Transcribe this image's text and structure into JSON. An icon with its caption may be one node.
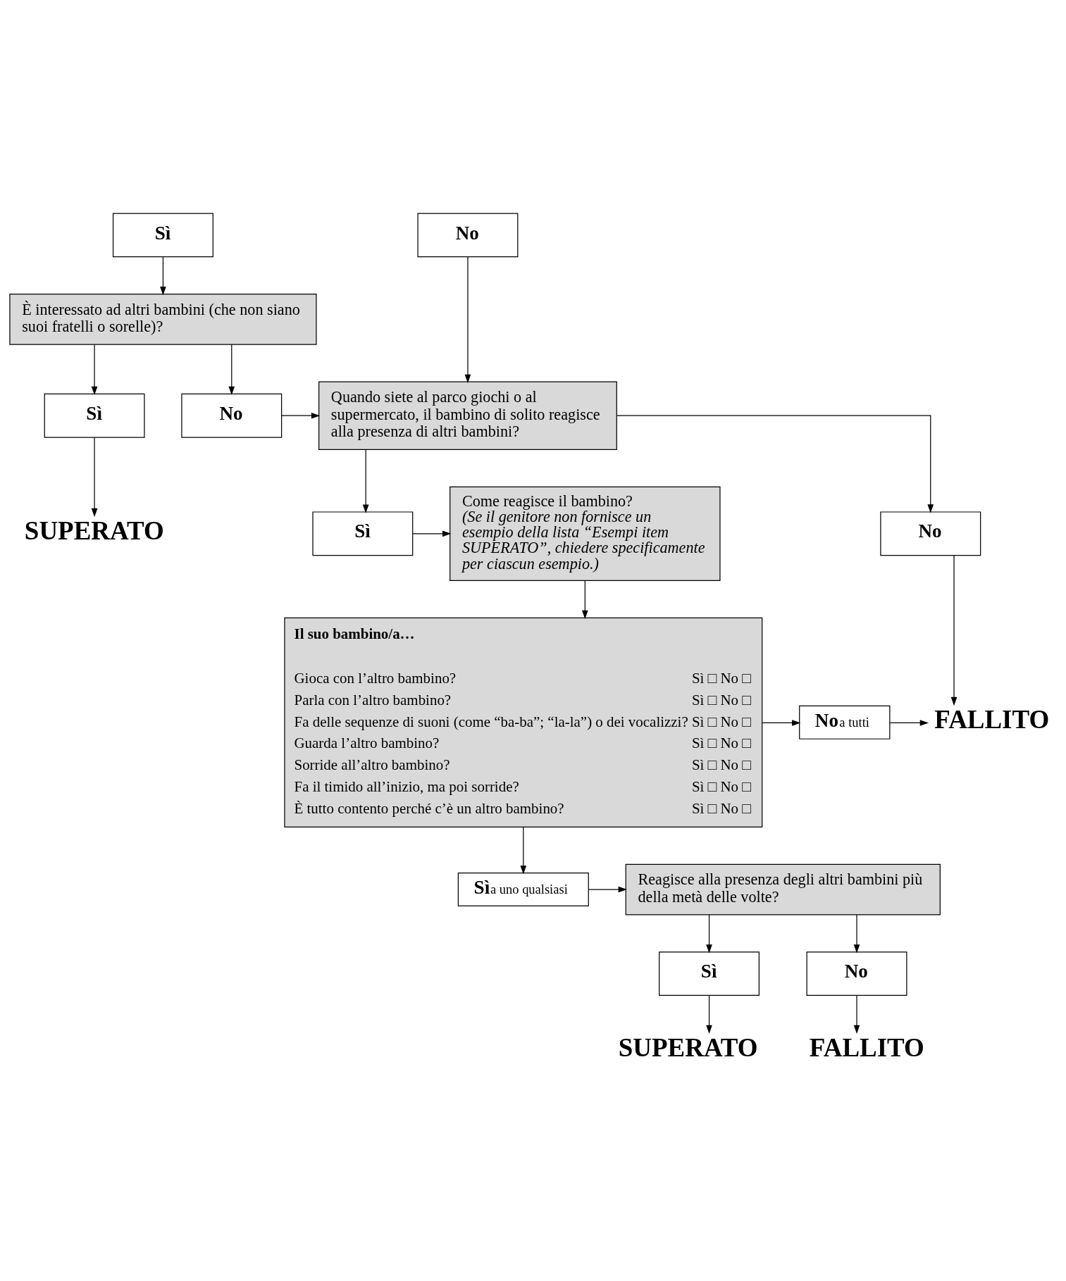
{
  "diagram": {
    "nodes": [
      {
        "text": [
          "Sì"
        ]
      },
      {
        "text": [
          "No"
        ]
      },
      {
        "text": [
          "È interessato ad altri bambini (che non siano suoi fratelli o sorelle)?"
        ]
      },
      {
        "text": [
          "Sì"
        ]
      },
      {
        "text": [
          "No"
        ]
      },
      {
        "text": [
          "SUPERATO"
        ]
      },
      {
        "text": [
          "Quando siete al parco giochi o al supermercato, il bambino di solito reagisce alla presenza di altri bambini?"
        ]
      },
      {
        "text": [
          "Come reagisce il bambino?",
          "(Se il genitore non fornisce un esempio della lista “Esempi item SUPERATO”, chiedere specificamente per ciascun esempio.)"
        ]
      },
      {
        "text": [
          "Sì"
        ]
      },
      {
        "text": [
          "No"
        ]
      },
      {
        "text": [
          "Il suo bambino/a…",
          "Gioca con l’altro bambino?",
          "Sì □ No □",
          "Parla con l’altro bambino?",
          "Sì □ No □",
          "Fa delle sequenze di suoni (come “ba-ba”; “la-la”) o dei vocalizzi?",
          "Sì □ No □",
          "Guarda l’altro bambino?",
          "Sì □ No □",
          "Sorride all’altro bambino?",
          "Sì □ No □",
          "Fa il timido all’inizio, ma poi sorride?",
          "Sì □ No □",
          "È tutto contento perché c’è un altro bambino?",
          "Sì □ No □"
        ]
      },
      {
        "text": [
          "No",
          "a tutti"
        ]
      },
      {
        "text": [
          "FALLITO"
        ]
      },
      {
        "text": [
          "Sì",
          "a uno qualsiasi"
        ]
      },
      {
        "text": [
          "Reagisce alla presenza degli altri bambini più della metà delle volte?"
        ]
      },
      {
        "text": [
          "Sì"
        ]
      },
      {
        "text": [
          "No"
        ]
      },
      {
        "text": [
          "SUPERATO"
        ]
      },
      {
        "text": [
          "FALLITO"
        ]
      }
    ],
    "edges": [
      {
        "from": 0,
        "to": 2,
        "arrow": "to"
      },
      {
        "from": 1,
        "to": 6,
        "arrow": "to"
      },
      {
        "from": 2,
        "to": 3,
        "arrow": "to"
      },
      {
        "from": 2,
        "to": 4,
        "arrow": "to"
      },
      {
        "from": 3,
        "to": 5,
        "arrow": "to"
      },
      {
        "from": 4,
        "to": 6,
        "arrow": "to"
      },
      {
        "from": 6,
        "to": 8,
        "arrow": "to"
      },
      {
        "from": 6,
        "to": 9,
        "arrow": "to"
      },
      {
        "from": 8,
        "to": 7,
        "arrow": "to"
      },
      {
        "from": 9,
        "to": 12,
        "arrow": "to"
      },
      {
        "from": 7,
        "to": 10,
        "arrow": "to"
      },
      {
        "from": 10,
        "to": 11,
        "arrow": "to"
      },
      {
        "from": 11,
        "to": 12,
        "arrow": "to"
      },
      {
        "from": 10,
        "to": 13,
        "arrow": "to"
      },
      {
        "from": 13,
        "to": 14,
        "arrow": "to"
      },
      {
        "from": 14,
        "to": 15,
        "arrow": "to"
      },
      {
        "from": 14,
        "to": 16,
        "arrow": "to"
      },
      {
        "from": 15,
        "to": 17,
        "arrow": "to"
      },
      {
        "from": 16,
        "to": 18,
        "arrow": "to"
      }
    ]
  }
}
